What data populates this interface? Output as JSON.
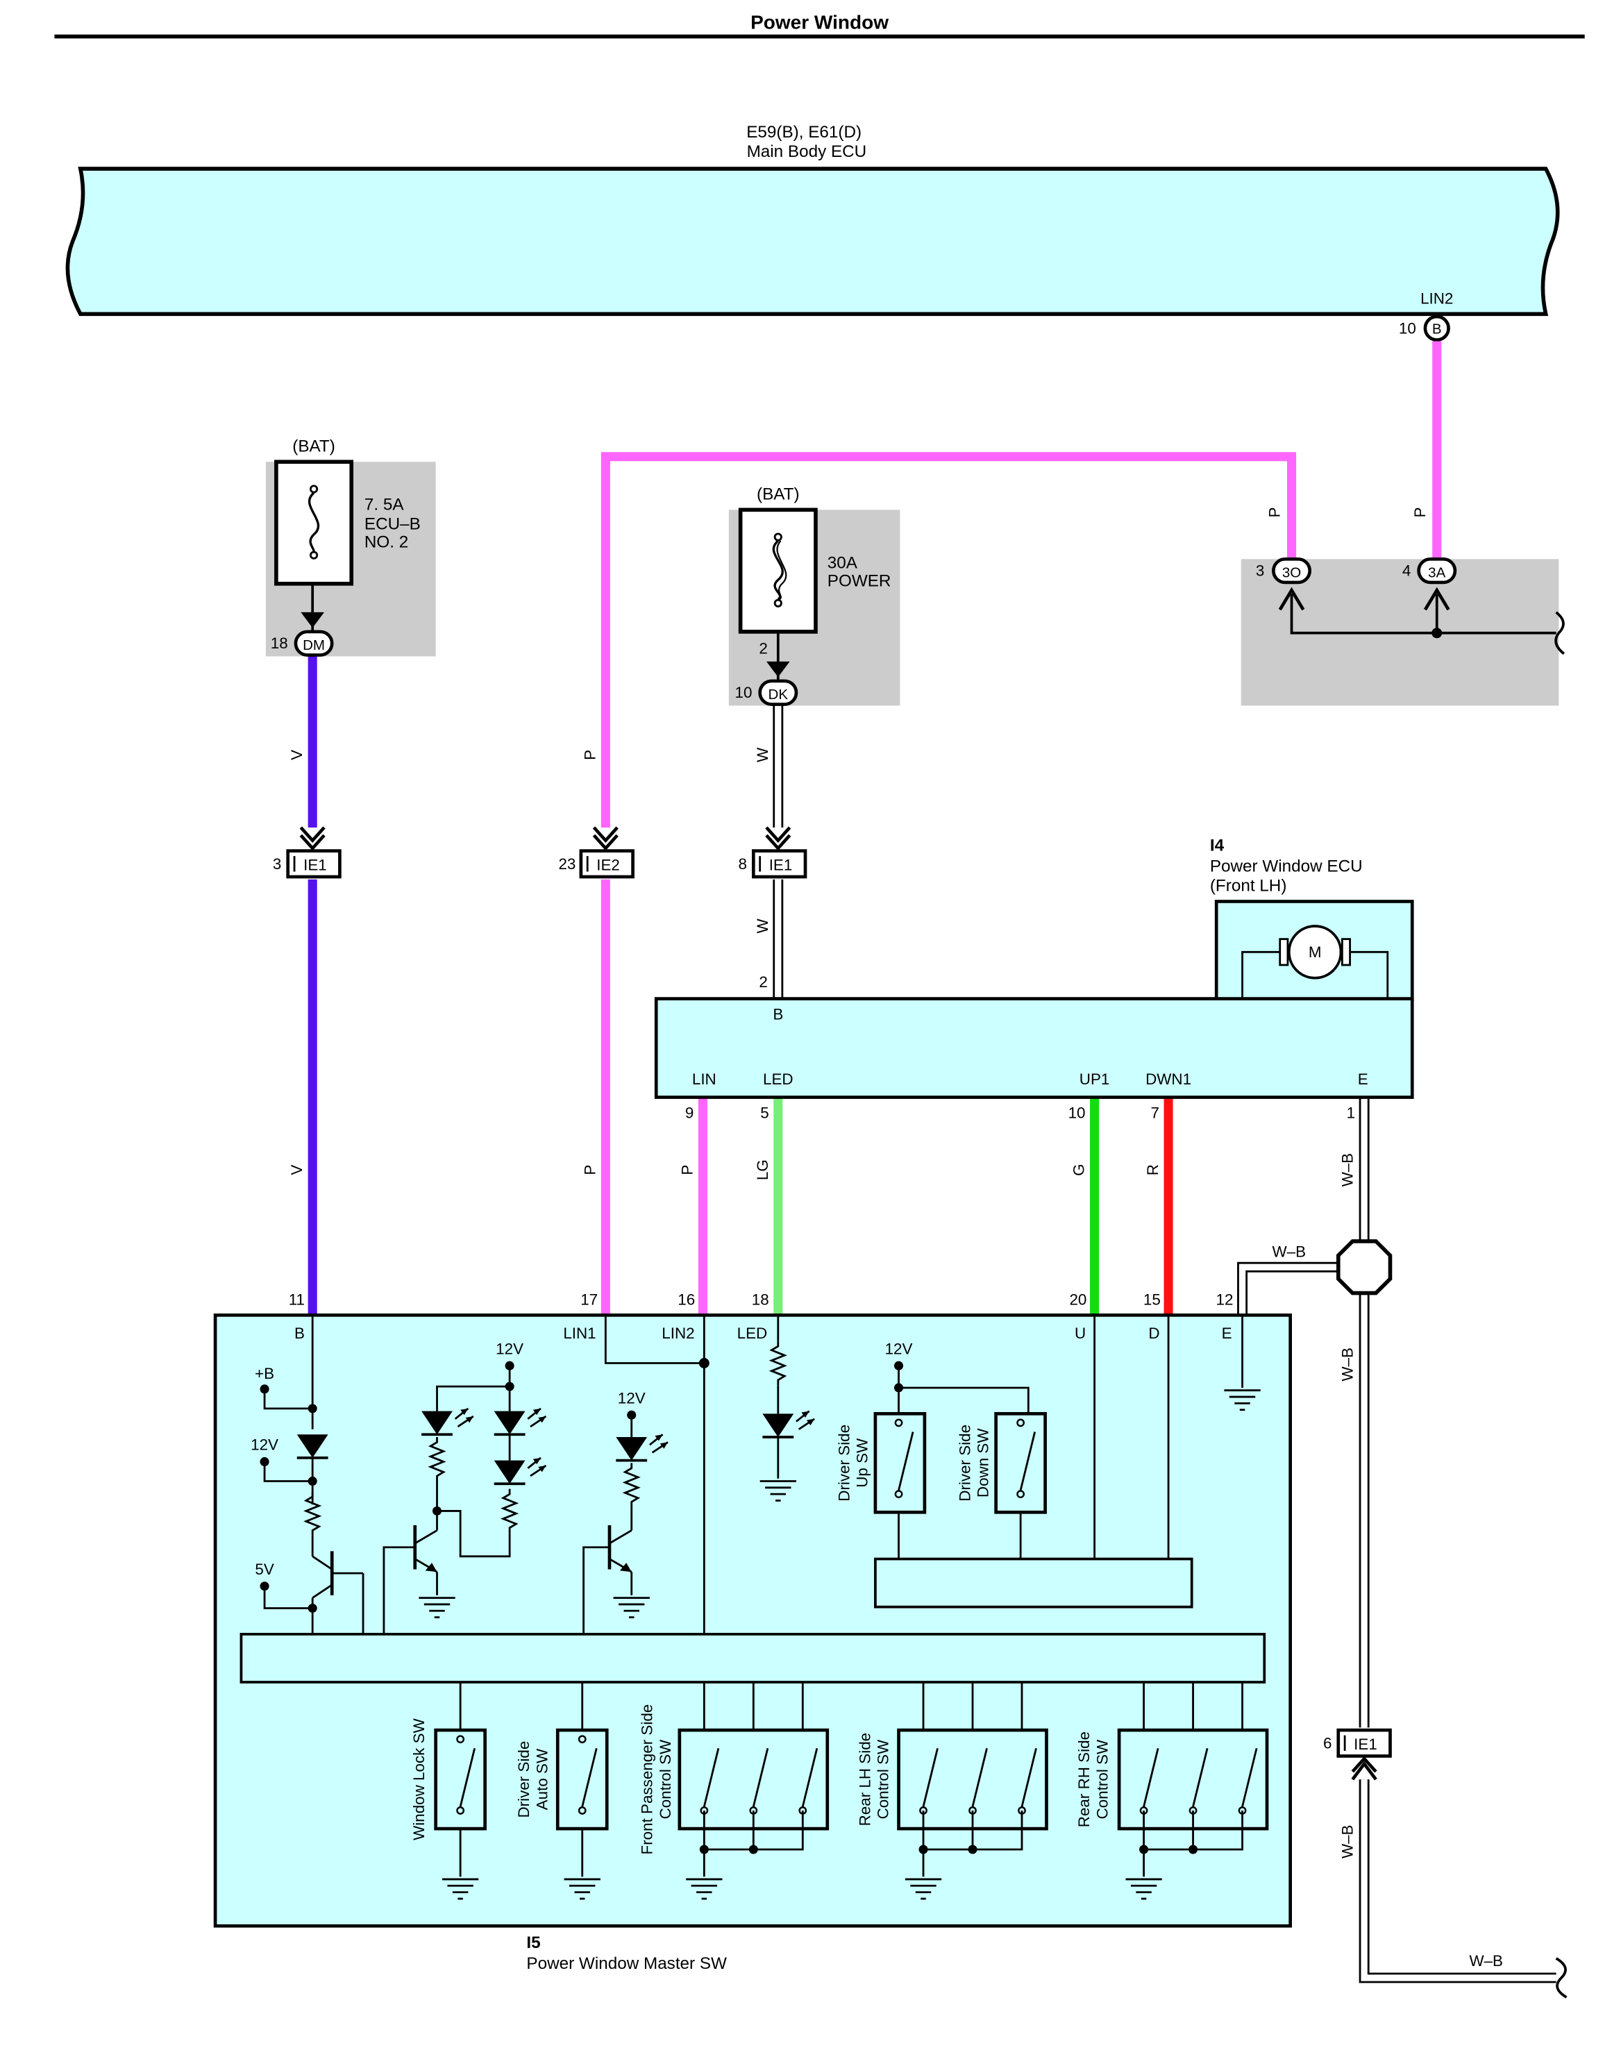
{
  "title": "Power Window",
  "colors": {
    "module_fill": "#ccffff",
    "gray_box": "#cccccc",
    "wire_v": "#5511ee",
    "wire_p": "#ff66ff",
    "wire_lg": "#77ee77",
    "wire_g": "#11dd11",
    "wire_r": "#ff1111",
    "wire_w": "#ffffff",
    "wire_wb": "#ffffff"
  },
  "main_ecu": {
    "code": "E59(B), E61(D)",
    "name": "Main Body ECU",
    "terminal_name": "LIN2",
    "pin": "10",
    "connector": "B"
  },
  "fuse_ecu_b": {
    "supply": "(BAT)",
    "rating": "7. 5A",
    "name_line1": "ECU–B",
    "name_line2": "NO. 2",
    "pin": "18",
    "connector": "DM"
  },
  "fuse_power": {
    "supply": "(BAT)",
    "rating": "30A",
    "name": "POWER",
    "out_pin": "2",
    "pin": "10",
    "connector": "DK"
  },
  "junction": {
    "left_pin": "3",
    "left_connector": "3O",
    "right_pin": "4",
    "right_connector": "3A"
  },
  "inline_connectors": [
    {
      "pin": "3",
      "name": "IE1"
    },
    {
      "pin": "23",
      "name": "IE2"
    },
    {
      "pin": "8",
      "name": "IE1"
    },
    {
      "pin": "6",
      "name": "IE1"
    }
  ],
  "wire_labels": {
    "v": "V",
    "p": "P",
    "w": "W",
    "lg": "LG",
    "g": "G",
    "r": "R",
    "wb": "W–B"
  },
  "ecu_front_lh": {
    "code": "I4",
    "name_line1": "Power Window ECU",
    "name_line2": "(Front LH)",
    "motor": "M",
    "b_terminal": "B",
    "b_pin": "2",
    "terminals": [
      {
        "name": "LIN",
        "pin": "9"
      },
      {
        "name": "LED",
        "pin": "5"
      },
      {
        "name": "UP1",
        "pin": "10"
      },
      {
        "name": "DWN1",
        "pin": "7"
      },
      {
        "name": "E",
        "pin": "1"
      }
    ]
  },
  "master_sw": {
    "code": "I5",
    "name": "Power Window Master SW",
    "terminals": [
      {
        "name": "B",
        "pin": "11"
      },
      {
        "name": "LIN1",
        "pin": "17"
      },
      {
        "name": "LIN2",
        "pin": "16"
      },
      {
        "name": "LED",
        "pin": "18"
      },
      {
        "name": "U",
        "pin": "20"
      },
      {
        "name": "D",
        "pin": "15"
      },
      {
        "name": "E",
        "pin": "12"
      }
    ],
    "supply_labels": {
      "plus_b": "+B",
      "v12": "12V",
      "v5": "5V"
    },
    "up_sw": "Driver Side Up SW",
    "down_sw": "Driver Side Down SW",
    "switches": [
      "Window Lock SW",
      "Driver Side Auto SW",
      "Front Passenger Side Control SW",
      "Rear LH Side Control SW",
      "Rear RH Side Control SW"
    ],
    "up_sw_lines": [
      "Driver Side",
      "Up SW"
    ],
    "down_sw_lines": [
      "Driver Side",
      "Down SW"
    ],
    "switch_lines": [
      [
        "Window Lock SW"
      ],
      [
        "Driver Side",
        "Auto SW"
      ],
      [
        "Front Passenger Side",
        "Control SW"
      ],
      [
        "Rear LH Side",
        "Control SW"
      ],
      [
        "Rear RH Side",
        "Control SW"
      ]
    ]
  }
}
